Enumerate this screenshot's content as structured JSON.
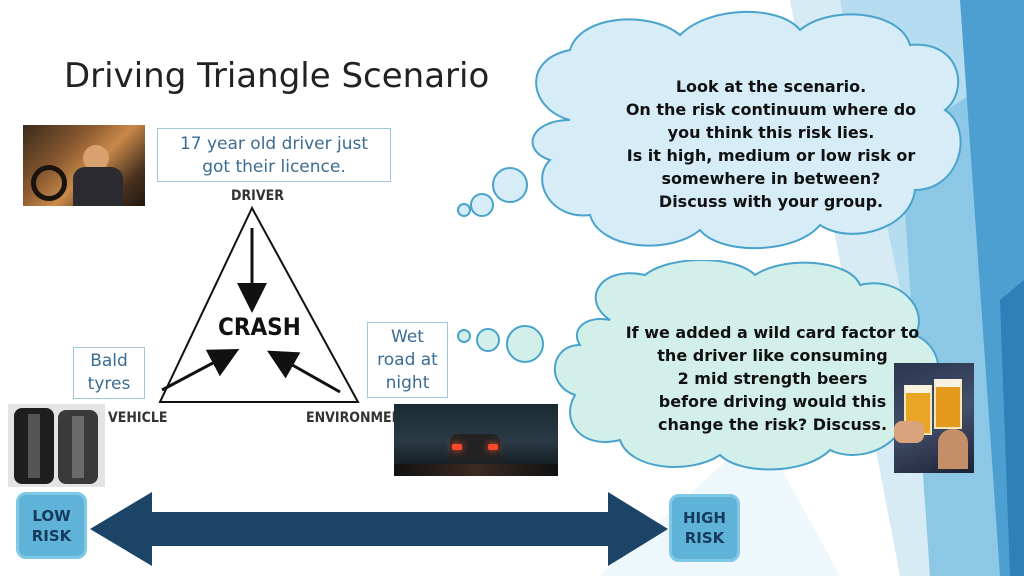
{
  "title": "Driving Triangle Scenario",
  "triangle": {
    "top_label": "DRIVER",
    "left_label": "VEHICLE",
    "right_label": "ENVIRONMENT",
    "center_label": "CRASH"
  },
  "driver_box": {
    "line1": "17 year old driver just",
    "line2": "got their licence."
  },
  "vehicle_box": {
    "line1": "Bald",
    "line2": "tyres"
  },
  "environment_box": {
    "line1": "Wet",
    "line2": "road at",
    "line3": "night"
  },
  "cloud_top": {
    "lines": [
      "Look at the scenario.",
      "On the risk continuum where do",
      "you think this risk lies.",
      "Is it high, medium or low risk or",
      "somewhere in between?",
      "Discuss with your group."
    ]
  },
  "cloud_bottom": {
    "lines": [
      "If we added a wild card factor to",
      "the driver like consuming",
      "2 mid strength beers",
      "before driving would this",
      "change the risk? Discuss."
    ]
  },
  "continuum": {
    "low_line1": "LOW",
    "low_line2": "RISK",
    "high_line1": "HIGH",
    "high_line2": "RISK"
  },
  "colors": {
    "cloud_top_fill": "#d6ecf6",
    "cloud_bottom_fill": "#d3efe9",
    "cloud_stroke": "#4aa3cc",
    "arrow": "#1c4466",
    "risk_box": "#5fb3d8"
  }
}
